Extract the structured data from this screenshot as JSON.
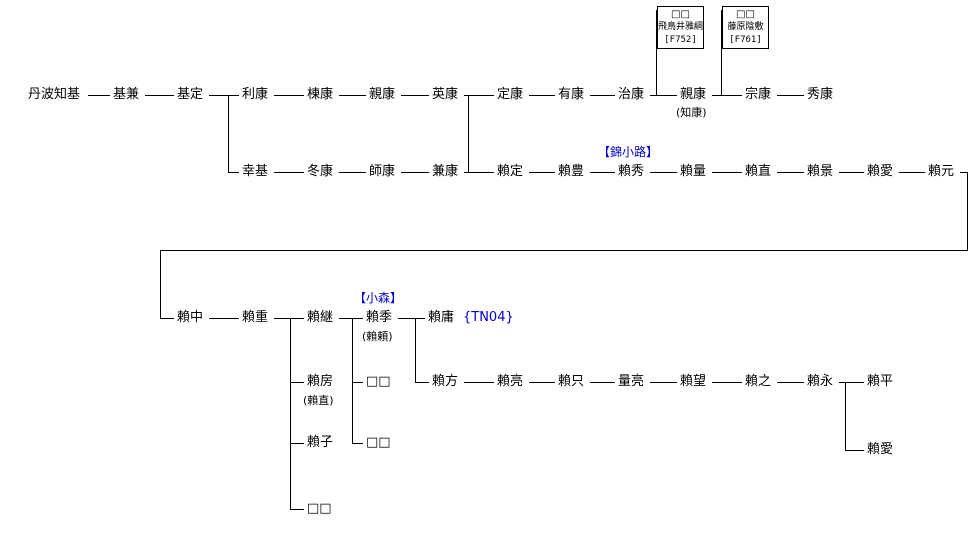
{
  "people": {
    "r1": [
      "丹波知基",
      "基兼",
      "基定",
      "利康",
      "棟康",
      "親康",
      "英康",
      "定康",
      "有康",
      "治康",
      "親康",
      "宗康",
      "秀康"
    ],
    "r1_note_chikayasu": "(知康)",
    "r2": [
      "幸基",
      "冬康",
      "師康",
      "兼康",
      "賴定",
      "賴豊",
      "賴秀",
      "賴量",
      "賴直",
      "賴景",
      "賴愛",
      "賴元"
    ],
    "r3": [
      "賴中",
      "賴重",
      "賴継",
      "賴季",
      "賴庸"
    ],
    "r3_note_yoriki": "(賴頼)",
    "r4": [
      "賴方",
      "賴亮",
      "賴只",
      "量亮",
      "賴望",
      "賴之",
      "賴永",
      "賴平"
    ],
    "yorinaga_child2": "賴愛",
    "yorishige_children": [
      "賴房",
      "賴子",
      "□□"
    ],
    "yorifusa_note": "(賴直)",
    "yoritsugu_children": [
      "□□",
      "□□"
    ]
  },
  "boxes": {
    "box1": {
      "daughter": "□□",
      "name": "飛鳥井雅綱",
      "code": "[F752]"
    },
    "box2": {
      "daughter": "□□",
      "name": "藤原陰敷",
      "code": "[F761]"
    }
  },
  "labels": {
    "nishikikoji": "【錦小路】",
    "komori": "【小森】",
    "tn04": "{TN04}"
  },
  "colors": {
    "text": "#000000",
    "line": "#000000",
    "link_blue": "#0000cd",
    "background": "#ffffff"
  }
}
